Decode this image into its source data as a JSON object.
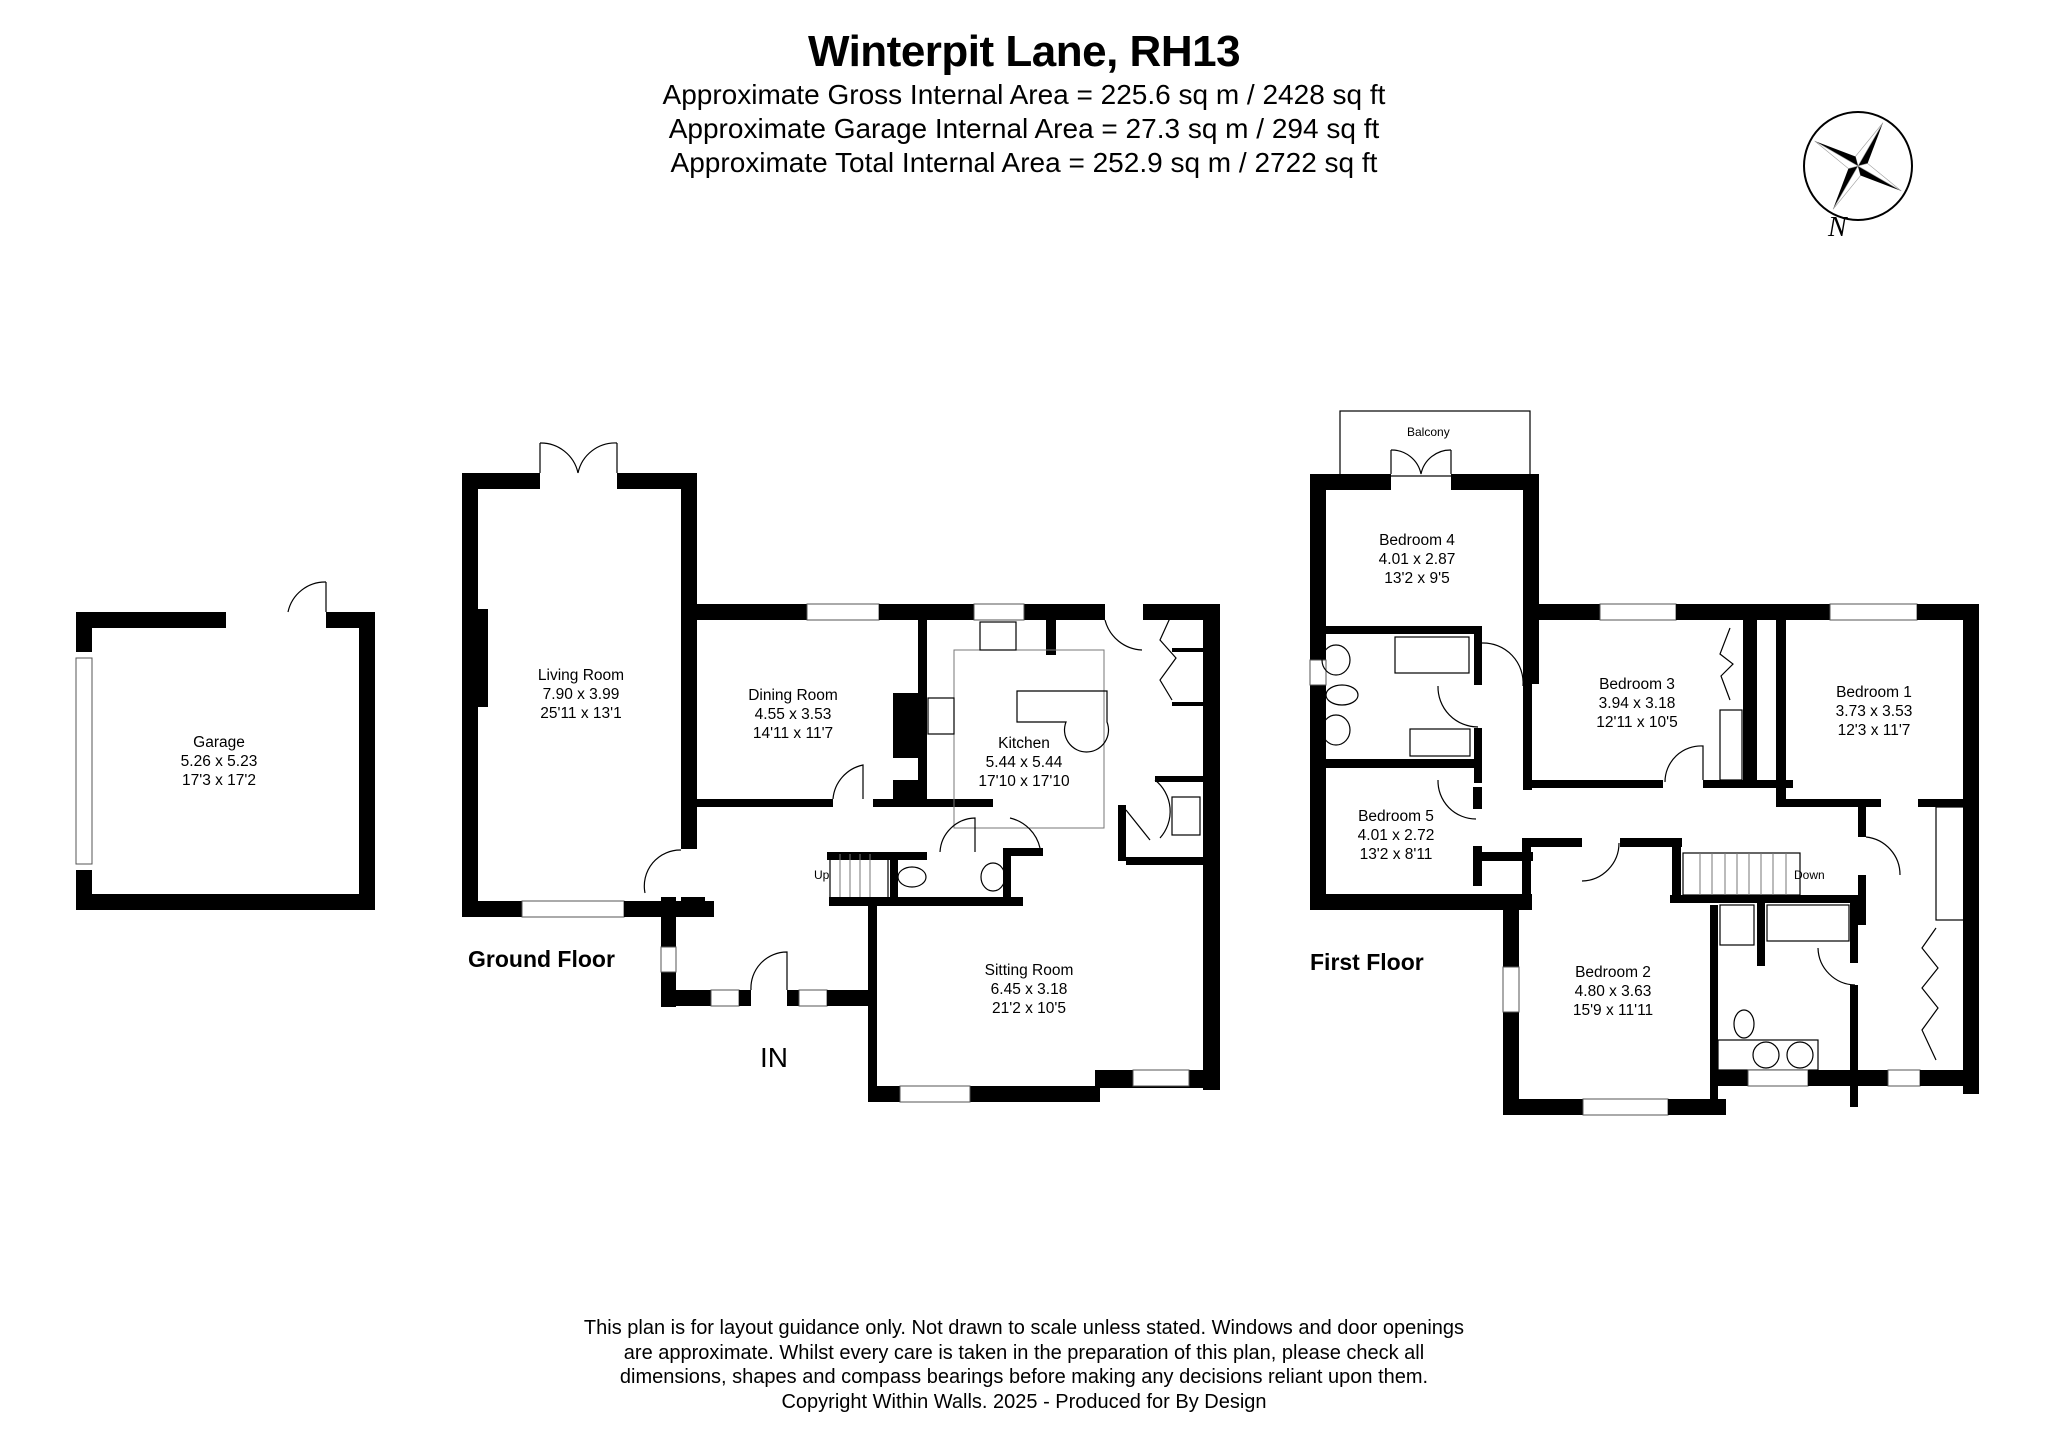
{
  "header": {
    "title": "Winterpit Lane, RH13",
    "areas": [
      "Approximate Gross Internal Area = 225.6 sq m / 2428 sq ft",
      "Approximate Garage Internal Area = 27.3 sq m / 294 sq ft",
      "Approximate Total Internal Area = 252.9 sq m / 2722 sq ft"
    ]
  },
  "compass": {
    "north_label": "N",
    "icon": "compass-rose-icon"
  },
  "floors": {
    "ground": {
      "label": "Ground Floor",
      "entrance_label": "IN",
      "stairs_label": "Up",
      "rooms": {
        "garage": {
          "name": "Garage",
          "metric": "5.26 x 5.23",
          "imperial": "17'3 x 17'2"
        },
        "living": {
          "name": "Living Room",
          "metric": "7.90 x 3.99",
          "imperial": "25'11 x 13'1"
        },
        "dining": {
          "name": "Dining Room",
          "metric": "4.55 x 3.53",
          "imperial": "14'11 x 11'7"
        },
        "kitchen": {
          "name": "Kitchen",
          "metric": "5.44 x 5.44",
          "imperial": "17'10 x 17'10"
        },
        "sitting": {
          "name": "Sitting Room",
          "metric": "6.45 x 3.18",
          "imperial": "21'2 x 10'5"
        }
      }
    },
    "first": {
      "label": "First Floor",
      "stairs_label": "Down",
      "balcony_label": "Balcony",
      "rooms": {
        "bedroom4": {
          "name": "Bedroom 4",
          "metric": "4.01 x 2.87",
          "imperial": "13'2 x 9'5"
        },
        "bedroom3": {
          "name": "Bedroom 3",
          "metric": "3.94 x 3.18",
          "imperial": "12'11 x 10'5"
        },
        "bedroom1": {
          "name": "Bedroom 1",
          "metric": "3.73 x 3.53",
          "imperial": "12'3 x 11'7"
        },
        "bedroom5": {
          "name": "Bedroom 5",
          "metric": "4.01 x 2.72",
          "imperial": "13'2 x 8'11"
        },
        "bedroom2": {
          "name": "Bedroom 2",
          "metric": "4.80 x 3.63",
          "imperial": "15'9 x 11'11"
        }
      }
    }
  },
  "footer": {
    "lines": [
      "This plan is for layout guidance only. Not drawn to scale unless stated. Windows and door openings",
      "are approximate. Whilst every care is taken in the preparation of this plan, please check all",
      "dimensions, shapes and compass bearings before making any decisions reliant upon them.",
      "Copyright Within Walls. 2025 - Produced for By Design"
    ]
  }
}
